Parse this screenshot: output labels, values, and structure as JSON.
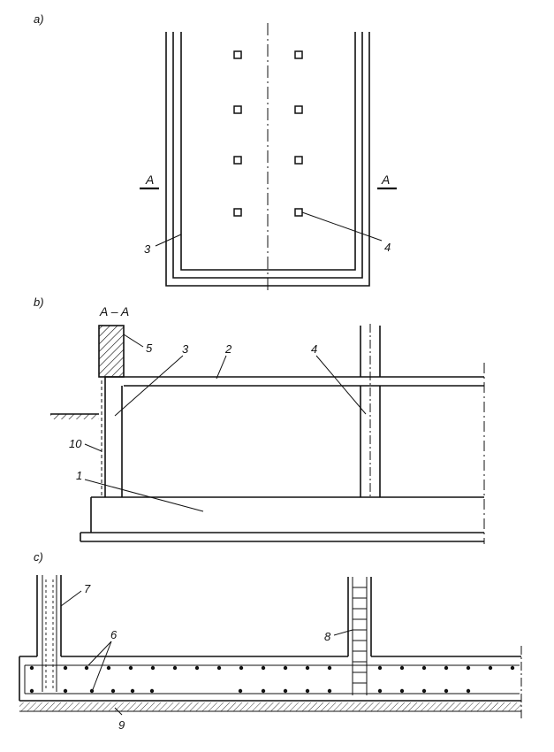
{
  "panels": {
    "a": {
      "label": "a)",
      "section_left": "A",
      "section_right": "A",
      "callouts": [
        "3",
        "4"
      ]
    },
    "b": {
      "label": "b)",
      "section_title": "A – A",
      "callouts": [
        "5",
        "3",
        "2",
        "4",
        "10",
        "1"
      ]
    },
    "c": {
      "label": "c)",
      "callouts": [
        "7",
        "6",
        "8",
        "9"
      ]
    }
  },
  "colors": {
    "ink": "#111111",
    "paper": "#ffffff"
  }
}
